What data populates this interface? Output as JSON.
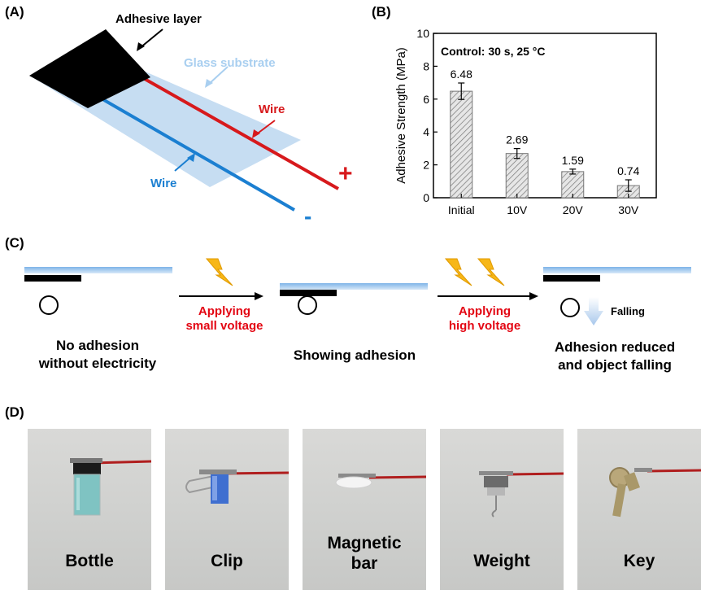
{
  "panels": {
    "a": {
      "label": "(A)",
      "adhesive_layer": "Adhesive layer",
      "glass_substrate": "Glass substrate",
      "wire_positive": "Wire",
      "wire_negative": "Wire",
      "plus": "+",
      "minus": "-"
    },
    "b": {
      "label": "(B)"
    },
    "c": {
      "label": "(C)",
      "stage1": [
        "No adhesion",
        "without electricity"
      ],
      "arrow1": [
        "Applying",
        "small voltage"
      ],
      "stage2": [
        "Showing adhesion"
      ],
      "arrow2": [
        "Applying",
        "high voltage"
      ],
      "stage3": [
        "Adhesion reduced",
        "and object falling"
      ],
      "falling": "Falling"
    },
    "d": {
      "label": "(D)",
      "photos": [
        {
          "label": "Bottle"
        },
        {
          "label": "Clip"
        },
        {
          "label": "Magnetic bar"
        },
        {
          "label": "Weight"
        },
        {
          "label": "Key"
        }
      ]
    }
  },
  "colors": {
    "red_wire": "#d7191c",
    "blue_wire": "#1b7fd1",
    "glass": "#bcd7f0",
    "voltage_text": "#e30613",
    "lightning": "#f7b718",
    "bar_fill": "#c8c8c8"
  },
  "chart_data": {
    "type": "bar",
    "categories": [
      "Initial",
      "10V",
      "20V",
      "30V"
    ],
    "values": [
      6.48,
      2.69,
      1.59,
      0.74
    ],
    "errors": [
      0.5,
      0.3,
      0.15,
      0.35
    ],
    "data_labels": [
      "6.48",
      "2.69",
      "1.59",
      "0.74"
    ],
    "annotation": "Control: 30 s, 25 °C",
    "xlabel": "",
    "ylabel": "Adhesive Strength (MPa)",
    "ylim": [
      0,
      10
    ],
    "yticks": [
      0,
      2,
      4,
      6,
      8,
      10
    ],
    "bar_pattern": "diagonal-hatch",
    "grid": false
  }
}
